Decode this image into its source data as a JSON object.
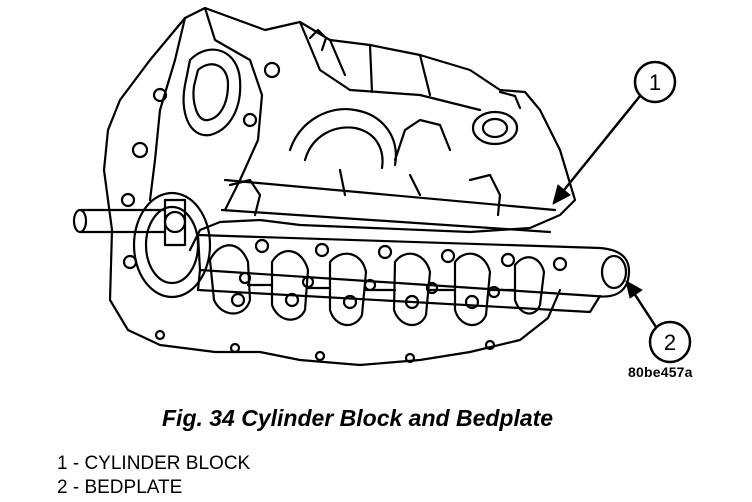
{
  "figure": {
    "code": "80be457a",
    "caption": "Fig. 34 Cylinder Block and Bedplate"
  },
  "callouts": [
    {
      "number": "1"
    },
    {
      "number": "2"
    }
  ],
  "legend": [
    {
      "text": "1 - CYLINDER BLOCK"
    },
    {
      "text": "2 - BEDPLATE"
    }
  ]
}
